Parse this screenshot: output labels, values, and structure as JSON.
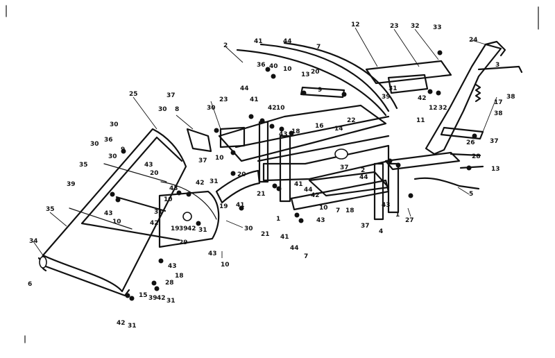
{
  "diagram": {
    "line_color": "#111111",
    "background": "#ffffff",
    "callouts": [
      "1",
      "2",
      "3",
      "4",
      "5",
      "6",
      "7",
      "8",
      "9",
      "10",
      "11",
      "12",
      "13",
      "14",
      "15",
      "16",
      "17",
      "18",
      "19",
      "20",
      "21",
      "22",
      "23",
      "24",
      "25",
      "26",
      "27",
      "28",
      "29",
      "30",
      "31",
      "32",
      "33",
      "34",
      "35",
      "36",
      "37",
      "38",
      "39",
      "40",
      "41",
      "42",
      "43",
      "44"
    ]
  }
}
